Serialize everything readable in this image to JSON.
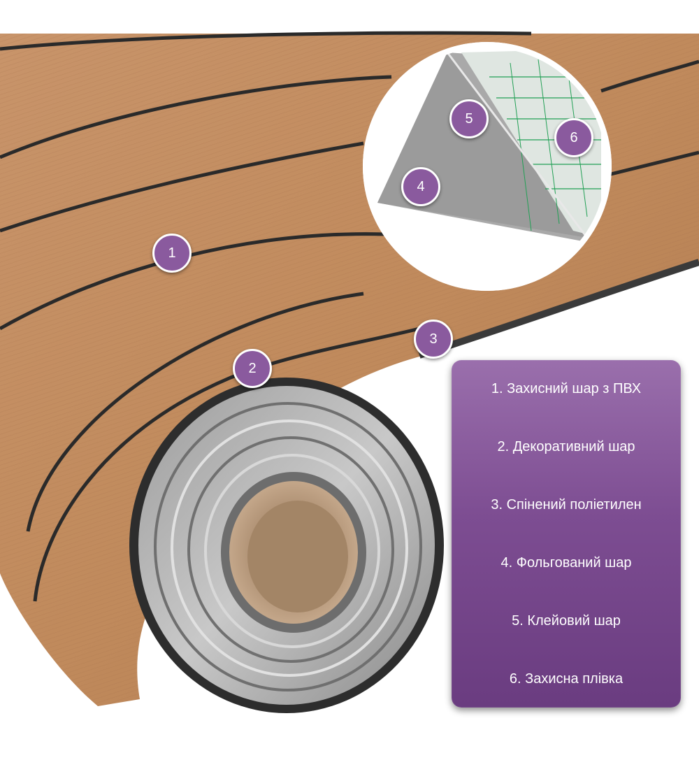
{
  "markers": [
    {
      "id": "1",
      "label": "1"
    },
    {
      "id": "2",
      "label": "2"
    },
    {
      "id": "3",
      "label": "3"
    },
    {
      "id": "4",
      "label": "4"
    },
    {
      "id": "5",
      "label": "5"
    },
    {
      "id": "6",
      "label": "6"
    }
  ],
  "legend": {
    "items": [
      "1. Захисний шар з ПВХ",
      "2. Декоративний шар",
      "3. Спінений поліетилен",
      "4. Фольгований шар",
      "5. Клейовий шар",
      "6. Захисна плівка"
    ]
  },
  "colors": {
    "wood": "#c28d5f",
    "seam": "#2a2a2a",
    "foil": "#a9a9a9",
    "marker": "#8a5a9e",
    "panel": "#7d4d92"
  }
}
